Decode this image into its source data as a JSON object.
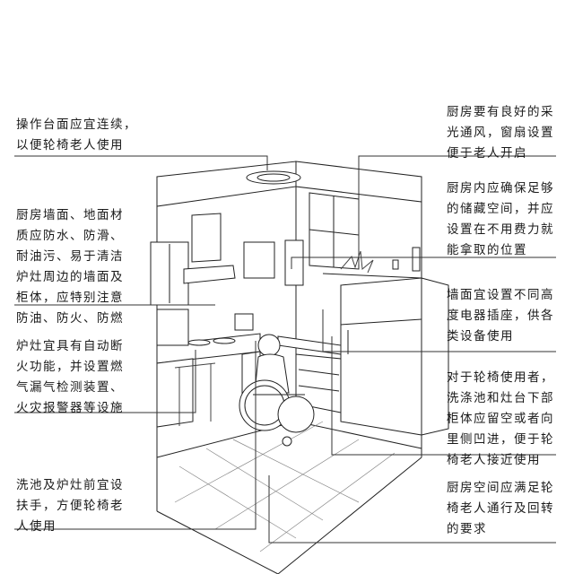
{
  "notes_left": [
    {
      "id": "counter",
      "lines": [
        "操作台面应宜连续，",
        "以便轮椅老人使用"
      ]
    },
    {
      "id": "walls",
      "lines": [
        "厨房墙面、地面材",
        "质应防水、防滑、",
        "耐油污、易于清洁",
        "炉灶周边的墙面及",
        "柜体，应特别注意",
        "防油、防火、防燃"
      ]
    },
    {
      "id": "stove",
      "lines": [
        "炉灶宜具有自动断",
        "火功能，并设置燃",
        "气漏气检测装置、",
        "火灾报警器等设施"
      ]
    },
    {
      "id": "handrail",
      "lines": [
        "洗池及炉灶前宜设",
        "扶手，方便轮椅老",
        "人使用"
      ]
    }
  ],
  "notes_right": [
    {
      "id": "ventilation",
      "lines": [
        "厨房要有良好的采",
        "光通风，窗扇设置",
        "便于老人开启"
      ]
    },
    {
      "id": "storage",
      "lines": [
        "厨房内应确保足够",
        "的储藏空间，并应",
        "设置在不用费力就",
        "能拿取的位置"
      ]
    },
    {
      "id": "sockets",
      "lines": [
        "墙面宜设置不同高",
        "度电器插座，供各",
        "类设备使用"
      ]
    },
    {
      "id": "kneespace",
      "lines": [
        "对于轮椅使用者，",
        "洗涤池和灶台下部",
        "柜体应留空或者向",
        "里侧凹进，便于轮",
        "椅老人接近使用"
      ]
    },
    {
      "id": "turning",
      "lines": [
        "厨房空间应满足轮",
        "椅老人通行及回转",
        "的要求"
      ]
    }
  ]
}
